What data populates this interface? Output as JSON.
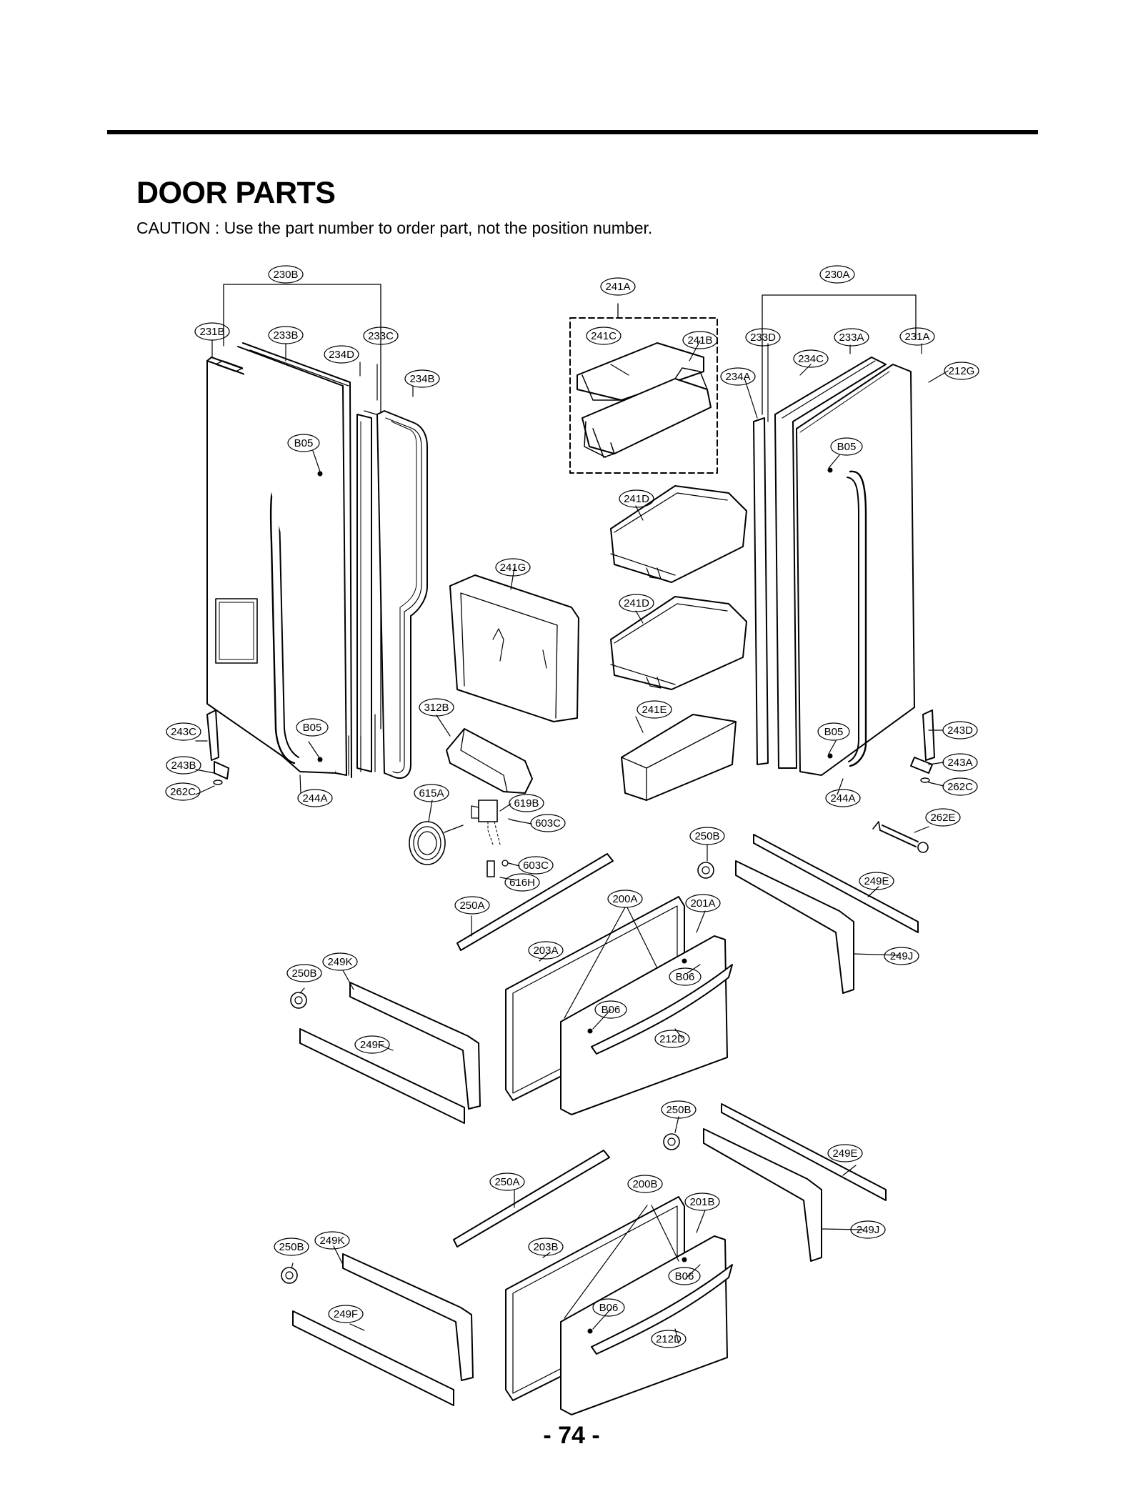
{
  "page": {
    "title": "DOOR PARTS",
    "caution": "CAUTION : Use the part number to order part, not the position number.",
    "page_number": "- 74 -"
  },
  "labels": {
    "p230B": "230B",
    "p231B": "231B",
    "p233B": "233B",
    "p233C": "233C",
    "p234D": "234D",
    "p234B": "234B",
    "p241A": "241A",
    "p241C": "241C",
    "p241B": "241B",
    "p241D_1": "241D",
    "p241D_2": "241D",
    "p241E": "241E",
    "p241G": "241G",
    "p230A": "230A",
    "p233D": "233D",
    "p233A": "233A",
    "p231A": "231A",
    "p234C": "234C",
    "p234A": "234A",
    "p212G": "212G",
    "pB05_1": "B05",
    "pB05_2": "B05",
    "pB05_3": "B05",
    "pB05_4": "B05",
    "p243C": "243C",
    "p243B": "243B",
    "p262C_1": "262C",
    "p244A_1": "244A",
    "p312B": "312B",
    "p615A": "615A",
    "p619B": "619B",
    "p603C_1": "603C",
    "p603C_2": "603C",
    "p616H": "616H",
    "p243D": "243D",
    "p243A": "243A",
    "p262C_2": "262C",
    "p244A_2": "244A",
    "p262E": "262E",
    "p250B_1": "250B",
    "p249E_1": "249E",
    "p249J_1": "249J",
    "p250A_1": "250A",
    "p200A": "200A",
    "p201A": "201A",
    "p203A": "203A",
    "pB06_1": "B06",
    "pB06_2": "B06",
    "p212D_1": "212D",
    "p250B_2": "250B",
    "p249K_1": "249K",
    "p249F_1": "249F",
    "p250B_3": "250B",
    "p249E_2": "249E",
    "p249J_2": "249J",
    "p250A_2": "250A",
    "p200B": "200B",
    "p201B": "201B",
    "p203B": "203B",
    "pB06_3": "B06",
    "pB06_4": "B06",
    "p212D_2": "212D",
    "p250B_4": "250B",
    "p249K_2": "249K",
    "p249F_2": "249F"
  }
}
